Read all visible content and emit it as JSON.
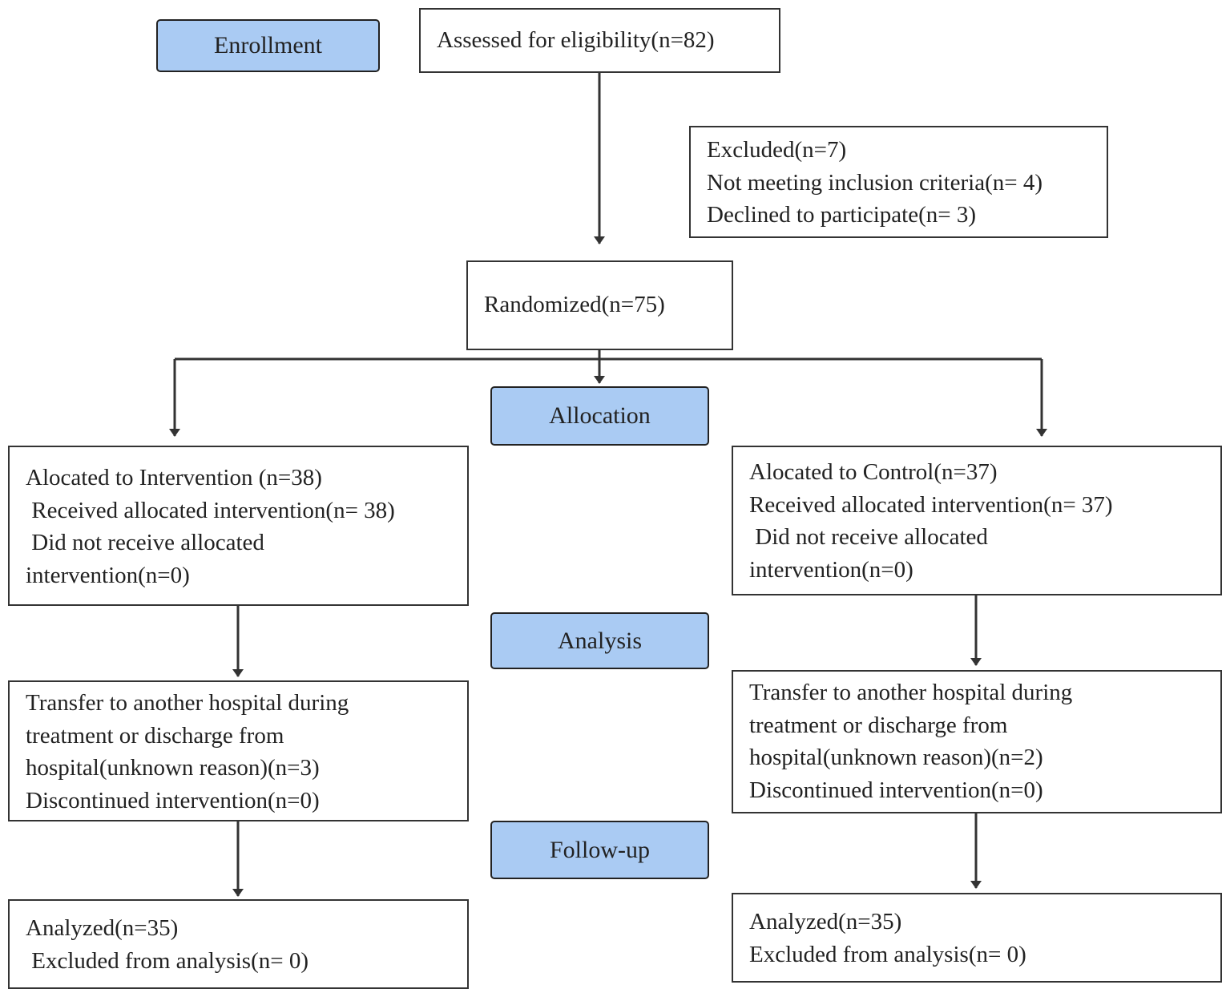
{
  "colors": {
    "stage_fill": "#aacbf3",
    "border": "#333333",
    "arrow": "#333333"
  },
  "stages": {
    "enrollment": "Enrollment",
    "allocation": "Allocation",
    "analysis": "Analysis",
    "followup": "Follow-up"
  },
  "boxes": {
    "assessed": {
      "lines": [
        "Assessed for eligibility(n=82)"
      ]
    },
    "excluded": {
      "lines": [
        "Excluded(n=7)",
        "Not meeting inclusion criteria(n= 4)",
        "Declined to participate(n= 3)"
      ]
    },
    "randomized": {
      "lines": [
        "Randomized(n=75)"
      ]
    },
    "intervention_alloc": {
      "lines": [
        "Alocated to Intervention (n=38)",
        " Received allocated intervention(n= 38)",
        " Did not receive allocated",
        "intervention(n=0)"
      ]
    },
    "control_alloc": {
      "lines": [
        "Alocated to Control(n=37)",
        "Received allocated intervention(n= 37)",
        " Did not receive allocated",
        "intervention(n=0)"
      ]
    },
    "intervention_lost": {
      "lines": [
        "Transfer to another hospital during",
        "treatment or discharge from",
        "hospital(unknown reason)(n=3)",
        "Discontinued intervention(n=0)"
      ]
    },
    "control_lost": {
      "lines": [
        "Transfer to another hospital during",
        "treatment or discharge from",
        "hospital(unknown reason)(n=2)",
        "Discontinued intervention(n=0)"
      ]
    },
    "intervention_analyzed": {
      "lines": [
        "Analyzed(n=35)",
        " Excluded from analysis(n= 0)"
      ]
    },
    "control_analyzed": {
      "lines": [
        "Analyzed(n=35)",
        "Excluded from analysis(n= 0)"
      ]
    }
  }
}
